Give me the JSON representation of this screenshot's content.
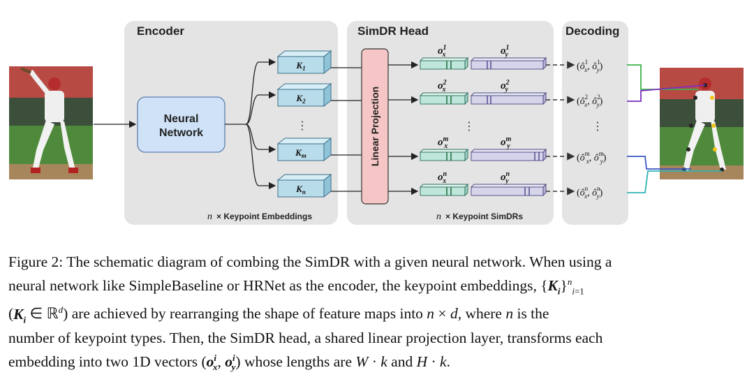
{
  "panels": {
    "encoder": "Encoder",
    "simdr_head": "SimDR Head",
    "decoding": "Decoding"
  },
  "encoder": {
    "neural_network": [
      "Neural",
      "Network"
    ],
    "keypoints": [
      "K",
      "K",
      "K",
      "K"
    ],
    "keypoint_subs": [
      "1",
      "2",
      "m",
      "n"
    ],
    "footer_n": "n",
    "footer_label": "× Keypoint Embeddings",
    "ellipsis": "⋮"
  },
  "head": {
    "linear_projection": "Linear Projection",
    "ox_labels": [
      {
        "base": "o",
        "sub": "x",
        "sup": "1"
      },
      {
        "base": "o",
        "sub": "x",
        "sup": "2"
      },
      {
        "base": "o",
        "sub": "x",
        "sup": "m"
      },
      {
        "base": "o",
        "sub": "x",
        "sup": "n"
      }
    ],
    "oy_labels": [
      {
        "base": "o",
        "sub": "y",
        "sup": "1"
      },
      {
        "base": "o",
        "sub": "y",
        "sup": "2"
      },
      {
        "base": "o",
        "sub": "y",
        "sup": "m"
      },
      {
        "base": "o",
        "sub": "y",
        "sup": "n"
      }
    ],
    "footer_n": "n",
    "footer_label": "× Keypoint SimDRs",
    "ellipsis": "⋮"
  },
  "decoding": {
    "outputs": [
      {
        "sup": "1"
      },
      {
        "sup": "2"
      },
      {
        "sup": "m"
      },
      {
        "sup": "n"
      }
    ],
    "ellipsis": "⋮"
  },
  "colors": {
    "panel_bg": "#e4e4e4",
    "neural_network": "#cfe2f7",
    "keypoint_box": "#b9dceb",
    "linear_projection": "#f6c6c6",
    "ox_vector": "#bfe6db",
    "oy_vector": "#d6d4ea",
    "link_green": "#3cb44b",
    "link_purple": "#7b2fbe",
    "link_blue": "#3a56c8",
    "link_teal": "#2fb3b3"
  },
  "caption": {
    "line1": "Figure 2: The schematic diagram of combing the SimDR with a given neural network. When using a",
    "line2_a": "neural network like SimpleBaseline or HRNet as the encoder, the keypoint embeddings, ",
    "line3_a": ") are achieved by rearranging the shape of feature maps into ",
    "line3_b": ", where ",
    "line3_c": " is the",
    "line4": "number of keypoint types. Then, the SimDR head, a shared linear projection layer, transforms each",
    "line5_a": "embedding into two 1D vectors ",
    "line5_b": " whose lengths are ",
    "line5_c": " and ",
    "line5_d": "."
  }
}
